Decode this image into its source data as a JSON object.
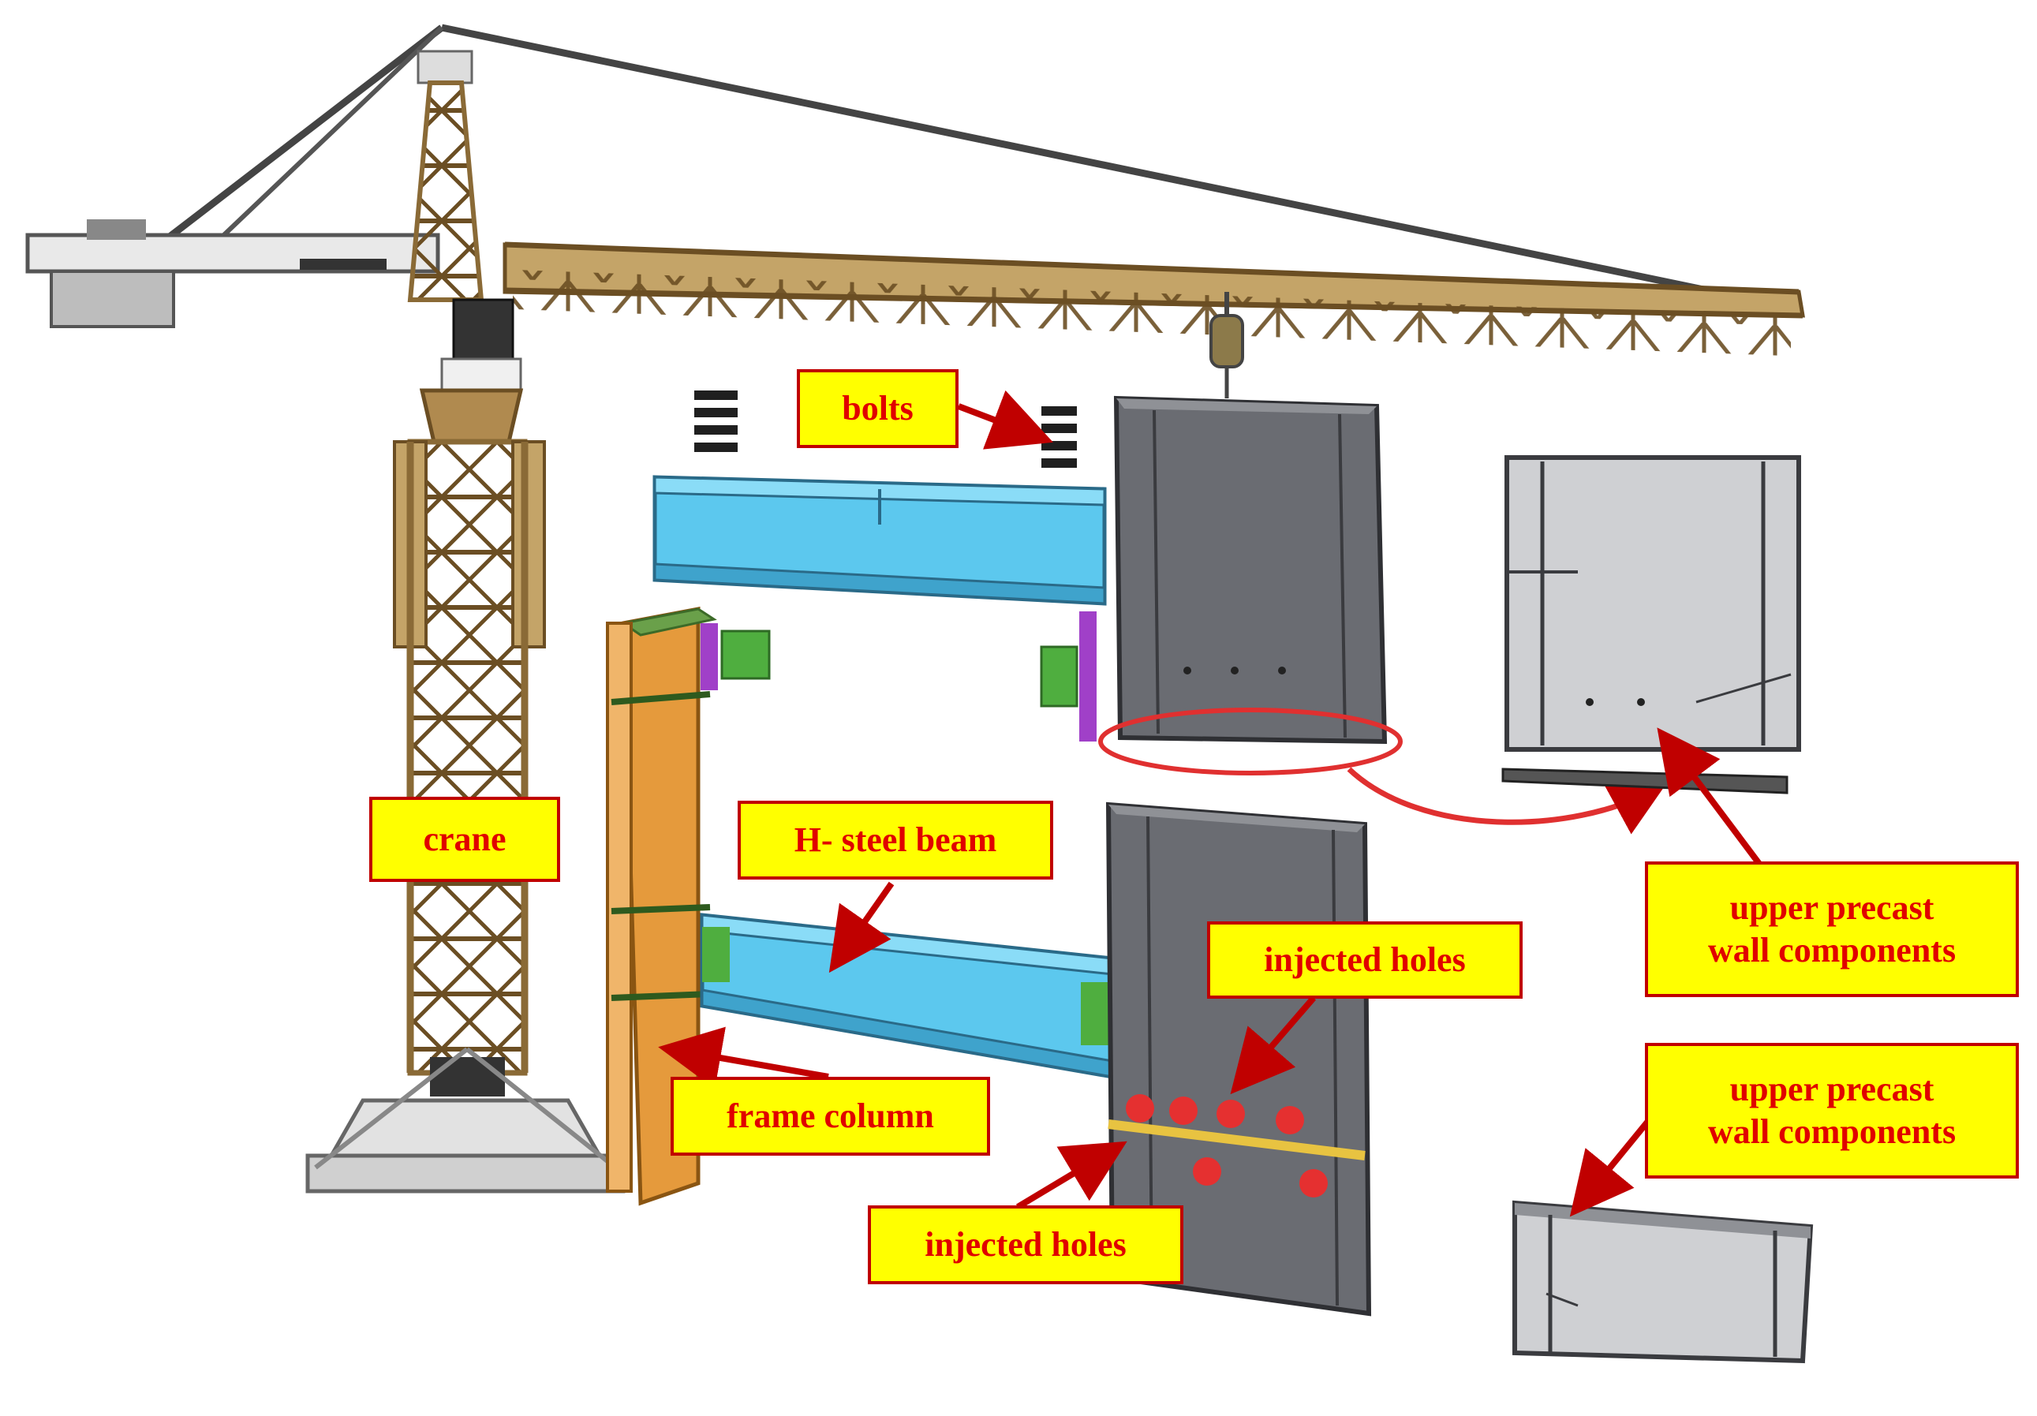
{
  "labels": {
    "bolts": "bolts",
    "crane": "crane",
    "h_steel_beam": "H- steel beam",
    "injected_holes_upper": "injected holes",
    "upper_precast_1_line1": "upper precast",
    "upper_precast_1_line2": "wall components",
    "upper_precast_2_line1": "upper precast",
    "upper_precast_2_line2": "wall components",
    "frame_column": "frame column",
    "injected_holes_lower": "injected holes"
  },
  "colors": {
    "label_fill": "#ffff00",
    "label_border": "#c00000",
    "label_text": "#e00000",
    "arrow": "#c00000",
    "crane_wood": "#b08a4f",
    "beam_blue": "#5cc8ee",
    "column_orange": "#e59a3c",
    "panel_dark": "#6a6c72",
    "panel_light": "#cfd0d3",
    "hole_red": "#e53030",
    "bolt_black": "#1f1f1f",
    "plate_purple": "#a040c8",
    "plate_green": "#4fae3f",
    "seam_yellow": "#e8c341"
  }
}
